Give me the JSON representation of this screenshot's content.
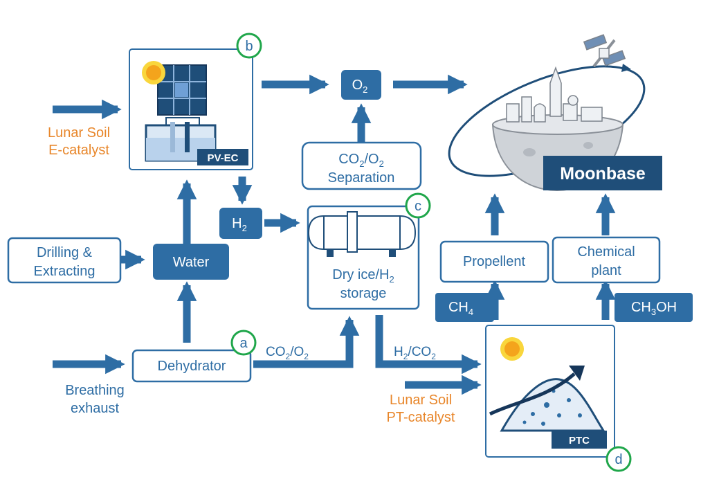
{
  "colors": {
    "blue": "#2e6da4",
    "navy": "#1f4e79",
    "orange": "#e8862a",
    "green": "#1fa64a",
    "white": "#ffffff"
  },
  "nodes": {
    "o2": "O",
    "o2_sub": "2",
    "h2": "H",
    "h2_sub": "2",
    "water": "Water",
    "drilling_line1": "Drilling &",
    "drilling_line2": "Extracting",
    "separation_line1_a": "CO",
    "separation_line1_b": "2",
    "separation_line1_c": "/O",
    "separation_line1_d": "2",
    "separation_line2": "Separation",
    "storage_line1_a": "Dry ice/H",
    "storage_line1_b": "2",
    "storage_line2": "storage",
    "dehydrator": "Dehydrator",
    "propellent": "Propellent",
    "chemical_line1": "Chemical",
    "chemical_line2": "plant",
    "ch4_a": "CH",
    "ch4_b": "4",
    "ch3oh_a": "CH",
    "ch3oh_b": "3",
    "ch3oh_c": "OH",
    "moonbase": "Moonbase"
  },
  "units": {
    "pvec_badge": "PV-EC",
    "ptc_badge": "PTC"
  },
  "markers": {
    "a": "a",
    "b": "b",
    "c": "c",
    "d": "d"
  },
  "labels": {
    "lunar_soil_top_1": "Lunar Soil",
    "lunar_soil_top_2": "E-catalyst",
    "lunar_soil_bottom_1": "Lunar Soil",
    "lunar_soil_bottom_2": "PT-catalyst",
    "breathing_1": "Breathing",
    "breathing_2": "exhaust",
    "co2o2_a": "CO",
    "co2o2_b": "2",
    "co2o2_c": "/O",
    "co2o2_d": "2",
    "h2co2_a": "H",
    "h2co2_b": "2",
    "h2co2_c": "/CO",
    "h2co2_d": "2"
  }
}
